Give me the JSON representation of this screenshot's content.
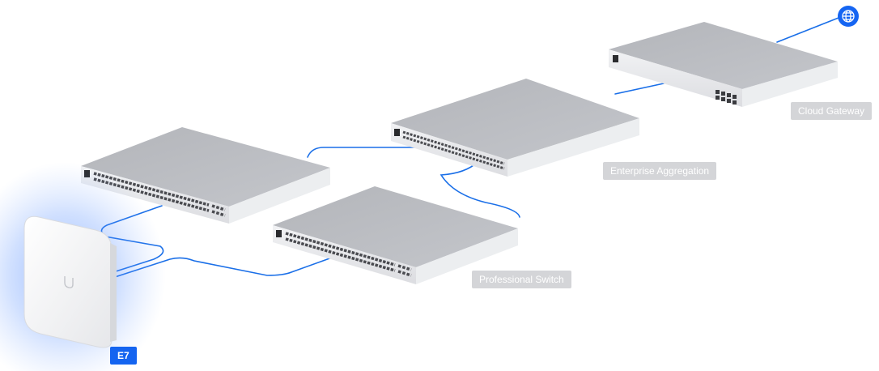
{
  "diagram": {
    "devices": [
      {
        "id": "cloud-gateway",
        "label": "Cloud Gateway",
        "ports": 8
      },
      {
        "id": "enterprise-aggregation",
        "label": "Enterprise Aggregation",
        "ports": 48
      },
      {
        "id": "edge-switch",
        "label": "",
        "ports": 48
      },
      {
        "id": "professional-switch",
        "label": "Professional Switch",
        "ports": 48
      },
      {
        "id": "access-point",
        "label": "E7",
        "highlighted": true
      }
    ],
    "connections": [
      {
        "from": "internet",
        "to": "cloud-gateway"
      },
      {
        "from": "cloud-gateway",
        "to": "enterprise-aggregation"
      },
      {
        "from": "enterprise-aggregation",
        "to": "edge-switch"
      },
      {
        "from": "enterprise-aggregation",
        "to": "professional-switch"
      },
      {
        "from": "edge-switch",
        "to": "access-point"
      },
      {
        "from": "professional-switch",
        "to": "access-point"
      }
    ],
    "colors": {
      "link": "#1a6fe8",
      "highlight": "#1464f0",
      "label_bg": "#d4d5d8",
      "internet_icon": "#1565f2"
    },
    "icons": {
      "internet": "globe-icon"
    }
  }
}
